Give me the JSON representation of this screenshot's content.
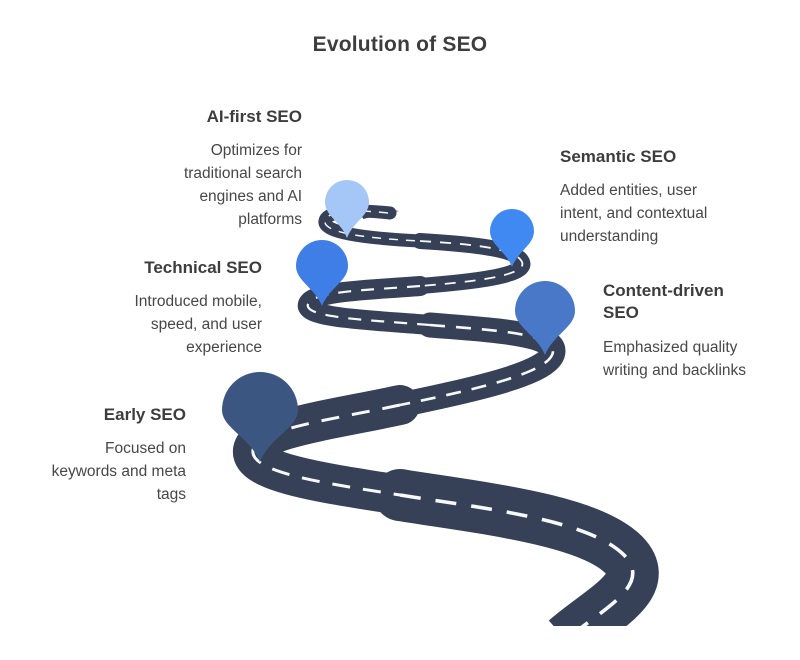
{
  "title": "Evolution of SEO",
  "colors": {
    "road": "#364157",
    "dash": "#f7f8fa",
    "heading_text": "#3d3d3d",
    "body_text": "#474747"
  },
  "milestones": [
    {
      "label": "Early SEO",
      "description": "Focused on keywords and meta tags",
      "pin_color": "#3b5681",
      "pin_icon": "map-pin",
      "align": "right"
    },
    {
      "label": "Content-driven SEO",
      "description": "Emphasized quality writing and backlinks",
      "pin_color": "#4a78c8",
      "pin_icon": "map-pin",
      "align": "left"
    },
    {
      "label": "Technical SEO",
      "description": "Introduced mobile, speed, and user experience",
      "pin_color": "#3f7ee6",
      "pin_icon": "map-pin",
      "align": "right"
    },
    {
      "label": "Semantic SEO",
      "description": "Added entities, user intent, and contextual understanding",
      "pin_color": "#4089f2",
      "pin_icon": "map-pin",
      "align": "left"
    },
    {
      "label": "AI-first SEO",
      "description": "Optimizes for traditional search engines and AI platforms",
      "pin_color": "#a5c7f7",
      "pin_icon": "map-pin",
      "align": "right"
    }
  ]
}
